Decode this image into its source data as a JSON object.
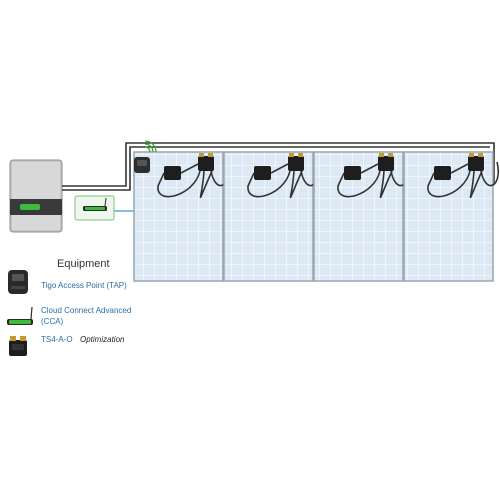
{
  "equipment": {
    "title": "Equipment",
    "items": [
      {
        "label": "Tigo Access Point (TAP)",
        "icon": "access-point-icon"
      },
      {
        "label": "Cloud Connect Advanced",
        "sublabel": "(CCA)",
        "icon": "cloud-connect-icon"
      },
      {
        "label": "TS4-A-O",
        "note": "Optimization",
        "icon": "optimizer-icon"
      }
    ]
  },
  "colors": {
    "panel_fill": "#dce9f5",
    "panel_frame": "#9aa5b0",
    "wire": "#333333",
    "comm_wire": "#5aa7d8",
    "cca_green": "#3dbb3d",
    "wifi_green": "#3aa53a",
    "inverter_body": "#c9c9c9"
  },
  "panels_count": 4,
  "optimizers_per_panel": 2
}
